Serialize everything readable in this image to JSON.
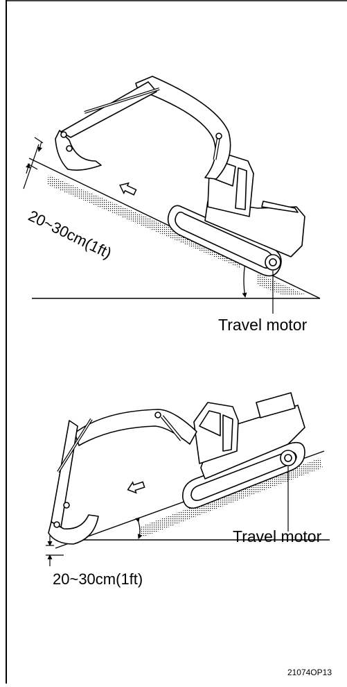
{
  "figures": [
    {
      "id": "uphill",
      "motor_label": "Travel motor",
      "clearance_label": "20~30cm(1ft)"
    },
    {
      "id": "downhill",
      "motor_label": "Travel motor",
      "clearance_label": "20~30cm(1ft)"
    }
  ],
  "figure_code": "21074OP13",
  "colors": {
    "line": "#000000",
    "background": "#ffffff",
    "ground_dots": "#000000"
  }
}
